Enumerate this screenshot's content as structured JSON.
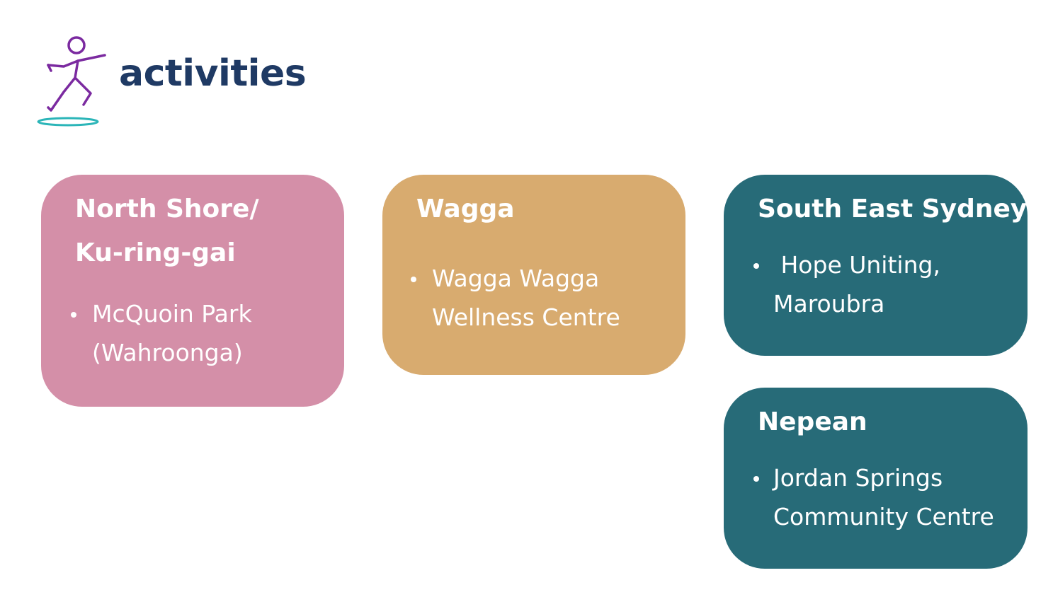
{
  "logo": {
    "text": "activities",
    "icon": "running-figure-icon",
    "colors": {
      "figure": "#7b2aa0",
      "ring": "#2bb5b8",
      "text": "#1f3a64"
    }
  },
  "cards": {
    "north_shore": {
      "title_line1": "North Shore/",
      "title_line2": "Ku-ring-gai",
      "item_line1": "McQuoin Park",
      "item_line2": "(Wahroonga)",
      "color": "#d48fa8"
    },
    "wagga": {
      "title": "Wagga",
      "item_line1": "Wagga Wagga",
      "item_line2": "Wellness Centre",
      "color": "#d8ab6f"
    },
    "south_east_sydney": {
      "title": "South East Sydney",
      "item_line1": " Hope Uniting,",
      "item_line2": "Maroubra",
      "color": "#276b78"
    },
    "nepean": {
      "title": "Nepean",
      "item_line1": "Jordan Springs",
      "item_line2": "Community Centre",
      "color": "#276b78"
    }
  }
}
